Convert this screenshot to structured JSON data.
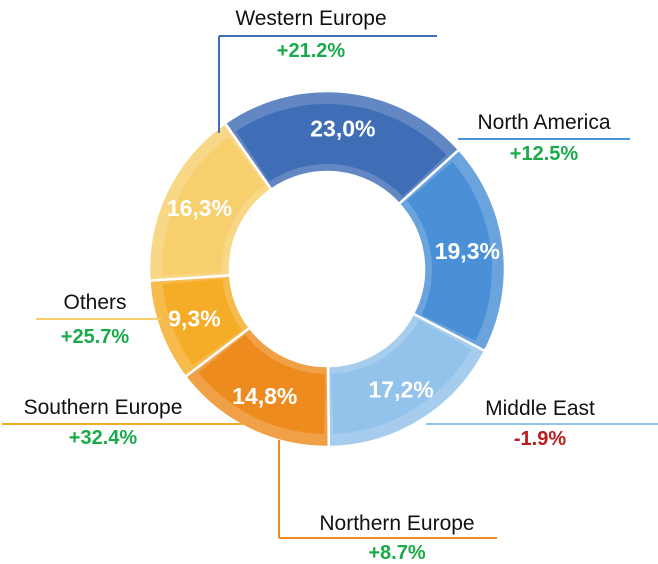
{
  "chart_data": {
    "type": "pie",
    "style": "donut",
    "legend": "none",
    "slices": [
      {
        "name": "Western Europe",
        "value": 23.0,
        "label": "23,0%",
        "change": "+21.2%",
        "change_color": "#1aaa4a",
        "color": "#3f6db6"
      },
      {
        "name": "North America",
        "value": 19.3,
        "label": "19,3%",
        "change": "+12.5%",
        "change_color": "#1aaa4a",
        "color": "#4a90d6"
      },
      {
        "name": "Middle East",
        "value": 17.2,
        "label": "17,2%",
        "change": "-1.9%",
        "change_color": "#b81c1c",
        "color": "#93c2ea"
      },
      {
        "name": "Northern Europe",
        "value": 14.8,
        "label": "14,8%",
        "change": "+8.7%",
        "change_color": "#1aaa4a",
        "color": "#ed8b1f"
      },
      {
        "name": "Southern Europe",
        "value": 9.3,
        "label": "9,3%",
        "change": "+32.4%",
        "change_color": "#1aaa4a",
        "color": "#f5ac26"
      },
      {
        "name": "Others",
        "value": 16.3,
        "label": "16,3%",
        "change": "+25.7%",
        "change_color": "#1aaa4a",
        "color": "#f7d06d"
      }
    ]
  }
}
